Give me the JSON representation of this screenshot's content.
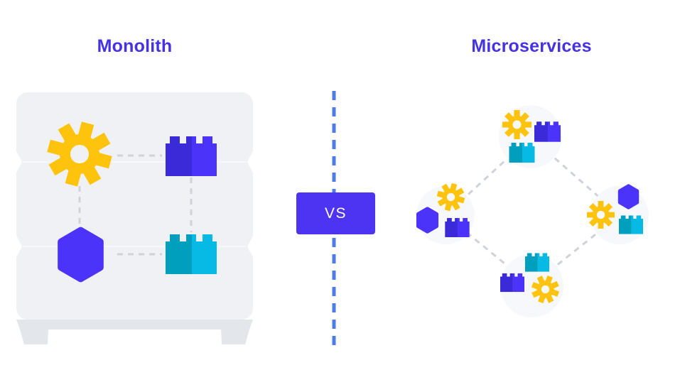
{
  "left_panel": {
    "title": "Monolith",
    "container": "monolith-block",
    "icons": [
      "gear-icon",
      "lego-brick-purple-icon",
      "hexagon-icon",
      "lego-brick-cyan-icon"
    ]
  },
  "divider": {
    "vs_label": "VS",
    "style": "vertical-dashed-line"
  },
  "right_panel": {
    "title": "Microservices",
    "layout": "diamond-of-four-clusters",
    "clusters": [
      {
        "id": "top",
        "icons": [
          "gear-icon",
          "lego-brick-purple-icon",
          "lego-brick-cyan-icon"
        ]
      },
      {
        "id": "left",
        "icons": [
          "gear-icon",
          "hexagon-icon",
          "lego-brick-purple-icon"
        ]
      },
      {
        "id": "right",
        "icons": [
          "hexagon-icon",
          "gear-icon",
          "lego-brick-cyan-icon"
        ]
      },
      {
        "id": "bottom",
        "icons": [
          "lego-brick-cyan-icon",
          "lego-brick-purple-icon",
          "gear-icon"
        ]
      }
    ]
  },
  "colors": {
    "title_purple": "#4533e2",
    "vs_purple": "#4d33f2",
    "purple_bright": "#4c33fa",
    "purple_dark": "#3a2ad8",
    "cyan_bright": "#07b9e5",
    "cyan_dark": "#009fbe",
    "gear_yellow": "#fdc30d",
    "blue_dash": "#4e7de9",
    "connector_gray": "#cfd2d8",
    "monolith_body": "#f0f1f4",
    "monolith_base": "#e3e6eb",
    "cluster_circle": "#f7f8fb",
    "page_bg": "#ffffff"
  }
}
